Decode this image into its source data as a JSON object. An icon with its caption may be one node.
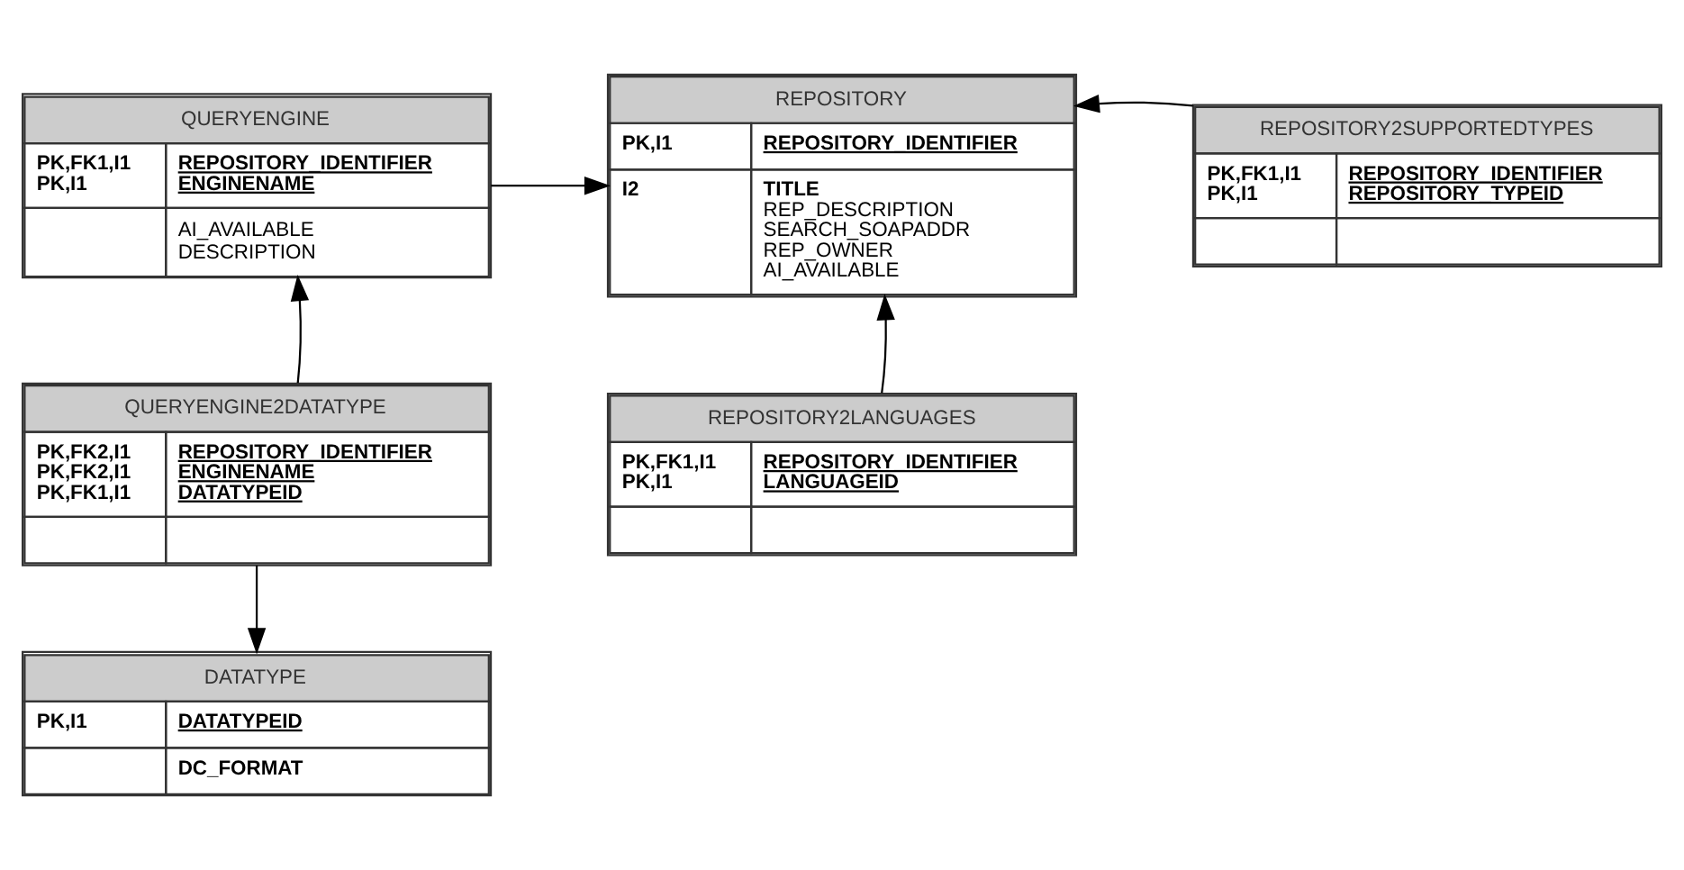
{
  "diagram": {
    "nodes": [
      {
        "text": [
          "QUERYENGINE",
          "PK,FK1,I1 PK,I1",
          "REPOSITORY_IDENTIFIER ENGINENAME",
          "AI_AVAILABLE DESCRIPTION"
        ]
      },
      {
        "text": [
          "REPOSITORY",
          "PK,I1",
          "REPOSITORY_IDENTIFIER",
          "I2",
          "**TITLE** REP_DESCRIPTION SEARCH_SOAPADDR REP_OWNER AI_AVAILABLE"
        ]
      },
      {
        "text": [
          "REPOSITORY2SUPPORTEDTYPES",
          "PK,FK1,I1 PK,I1",
          "REPOSITORY_IDENTIFIER REPOSITORY_TYPEID"
        ]
      },
      {
        "text": [
          "QUERYENGINE2DATATYPE",
          "PK,FK2,I1 PK,FK2,I1 PK,FK1,I1",
          "REPOSITORY_IDENTIFIER ENGINENAME DATATYPEID"
        ]
      },
      {
        "text": [
          "REPOSITORY2LANGUAGES",
          "PK,FK1,I1 PK,I1",
          "REPOSITORY_IDENTIFIER LANGUAGEID"
        ]
      },
      {
        "text": [
          "DATATYPE",
          "PK,I1",
          "DATATYPEID",
          "DC_FORMAT"
        ]
      }
    ],
    "edges": [
      {
        "from": 0,
        "to": 1,
        "arrow": "to"
      },
      {
        "from": 2,
        "to": 1,
        "arrow": "to"
      },
      {
        "from": 3,
        "to": 0,
        "arrow": "to"
      },
      {
        "from": 4,
        "to": 1,
        "arrow": "to"
      },
      {
        "from": 3,
        "to": 5,
        "arrow": "to"
      }
    ]
  }
}
